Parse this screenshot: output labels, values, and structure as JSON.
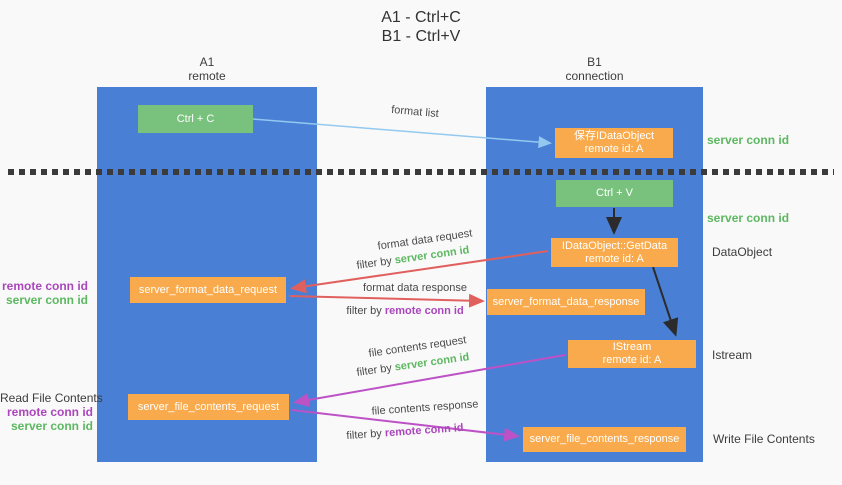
{
  "title": {
    "line1": "A1 - Ctrl+C",
    "line2": "B1 - Ctrl+V"
  },
  "lanes": {
    "left": {
      "title": "A1",
      "subtitle": "remote"
    },
    "right": {
      "title": "B1",
      "subtitle": "connection"
    }
  },
  "nodes": {
    "ctrl_c": {
      "label": "Ctrl + C"
    },
    "save_idataobject": {
      "line1": "保存IDataObject",
      "line2": "remote id: A"
    },
    "ctrl_v": {
      "label": "Ctrl + V"
    },
    "getdata": {
      "line1": "IDataObject::GetData",
      "line2": "remote id: A"
    },
    "format_request": {
      "label": "server_format_data_request"
    },
    "format_response": {
      "label": "server_format_data_response"
    },
    "istream": {
      "line1": "IStream",
      "line2": "remote id: A"
    },
    "file_request": {
      "label": "server_file_contents_request"
    },
    "file_response": {
      "label": "server_file_contents_response"
    }
  },
  "edge_labels": {
    "format_list": "format list",
    "format_data_request": "format data request",
    "format_data_response": "format data response",
    "file_contents_request": "file contents request",
    "file_contents_response": "file contents response",
    "filter_by": "filter by",
    "server_conn_id": "server conn id",
    "remote_conn_id": "remote conn id"
  },
  "annotations": {
    "right": {
      "server_conn_id_top": "server conn id",
      "server_conn_id_mid": "server conn id",
      "dataobject": "DataObject",
      "istream": "Istream",
      "write_file_contents": "Write File Contents"
    },
    "left": {
      "remote_conn_id_1": "remote conn id",
      "server_conn_id_1": "server conn id",
      "read_file_contents": "Read File Contents",
      "remote_conn_id_2": "remote conn id",
      "server_conn_id_2": "server conn id"
    }
  },
  "colors": {
    "lane_blue": "#4a7fd6",
    "node_green": "#79c27d",
    "node_orange": "#f8aa4c",
    "arrow_lightblue": "#93c9ef",
    "arrow_black": "#2b2b2b",
    "arrow_red": "#e0605e",
    "arrow_purple": "#bd52c6",
    "text_green": "#5cb860",
    "text_purple": "#ab47bc"
  }
}
